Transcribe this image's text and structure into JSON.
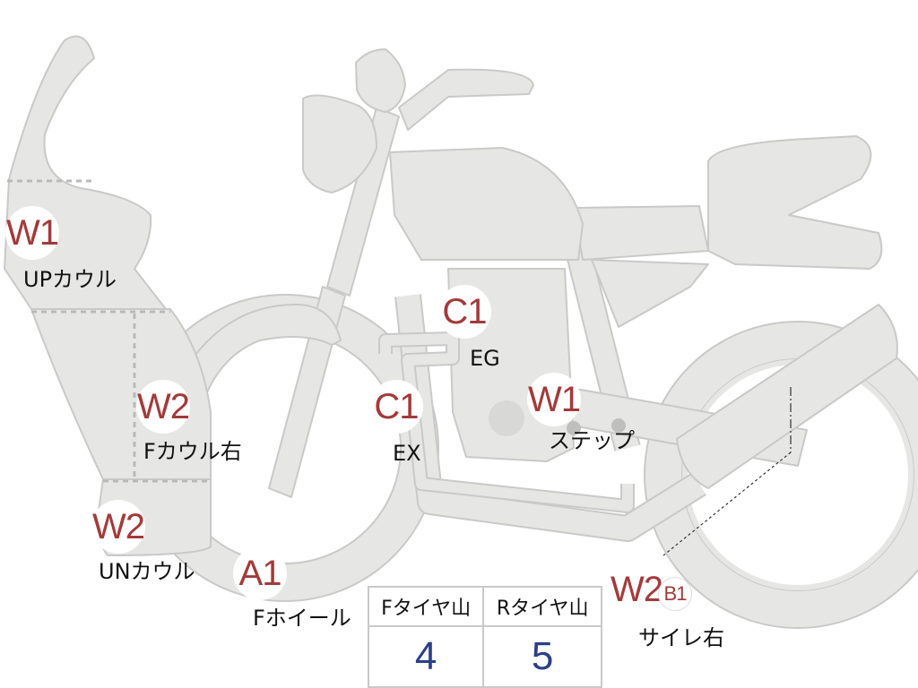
{
  "colors": {
    "body_fill": "#e6e6e4",
    "outline": "#c9c9c9",
    "code_red": "#a33a3a",
    "value_blue": "#2b3f8a",
    "dotted": "#b9b9b9"
  },
  "annotations": [
    {
      "id": "up-cowl",
      "code": "W1",
      "label": "UPカウル"
    },
    {
      "id": "f-cowl-right",
      "code": "W2",
      "label": "Fカウル右"
    },
    {
      "id": "un-cowl",
      "code": "W2",
      "label": "UNカウル"
    },
    {
      "id": "f-wheel",
      "code": "A1",
      "label": "Fホイール"
    },
    {
      "id": "exhaust",
      "code": "C1",
      "label": "EX"
    },
    {
      "id": "engine",
      "code": "C1",
      "label": "EG"
    },
    {
      "id": "step",
      "code": "W1",
      "label": "ステップ"
    },
    {
      "id": "silencer-right",
      "code": "W2",
      "code2": "B1",
      "label": "サイレ右"
    }
  ],
  "tire_table": {
    "headers": [
      "Fタイヤ山",
      "Rタイヤ山"
    ],
    "values": [
      "4",
      "5"
    ]
  }
}
